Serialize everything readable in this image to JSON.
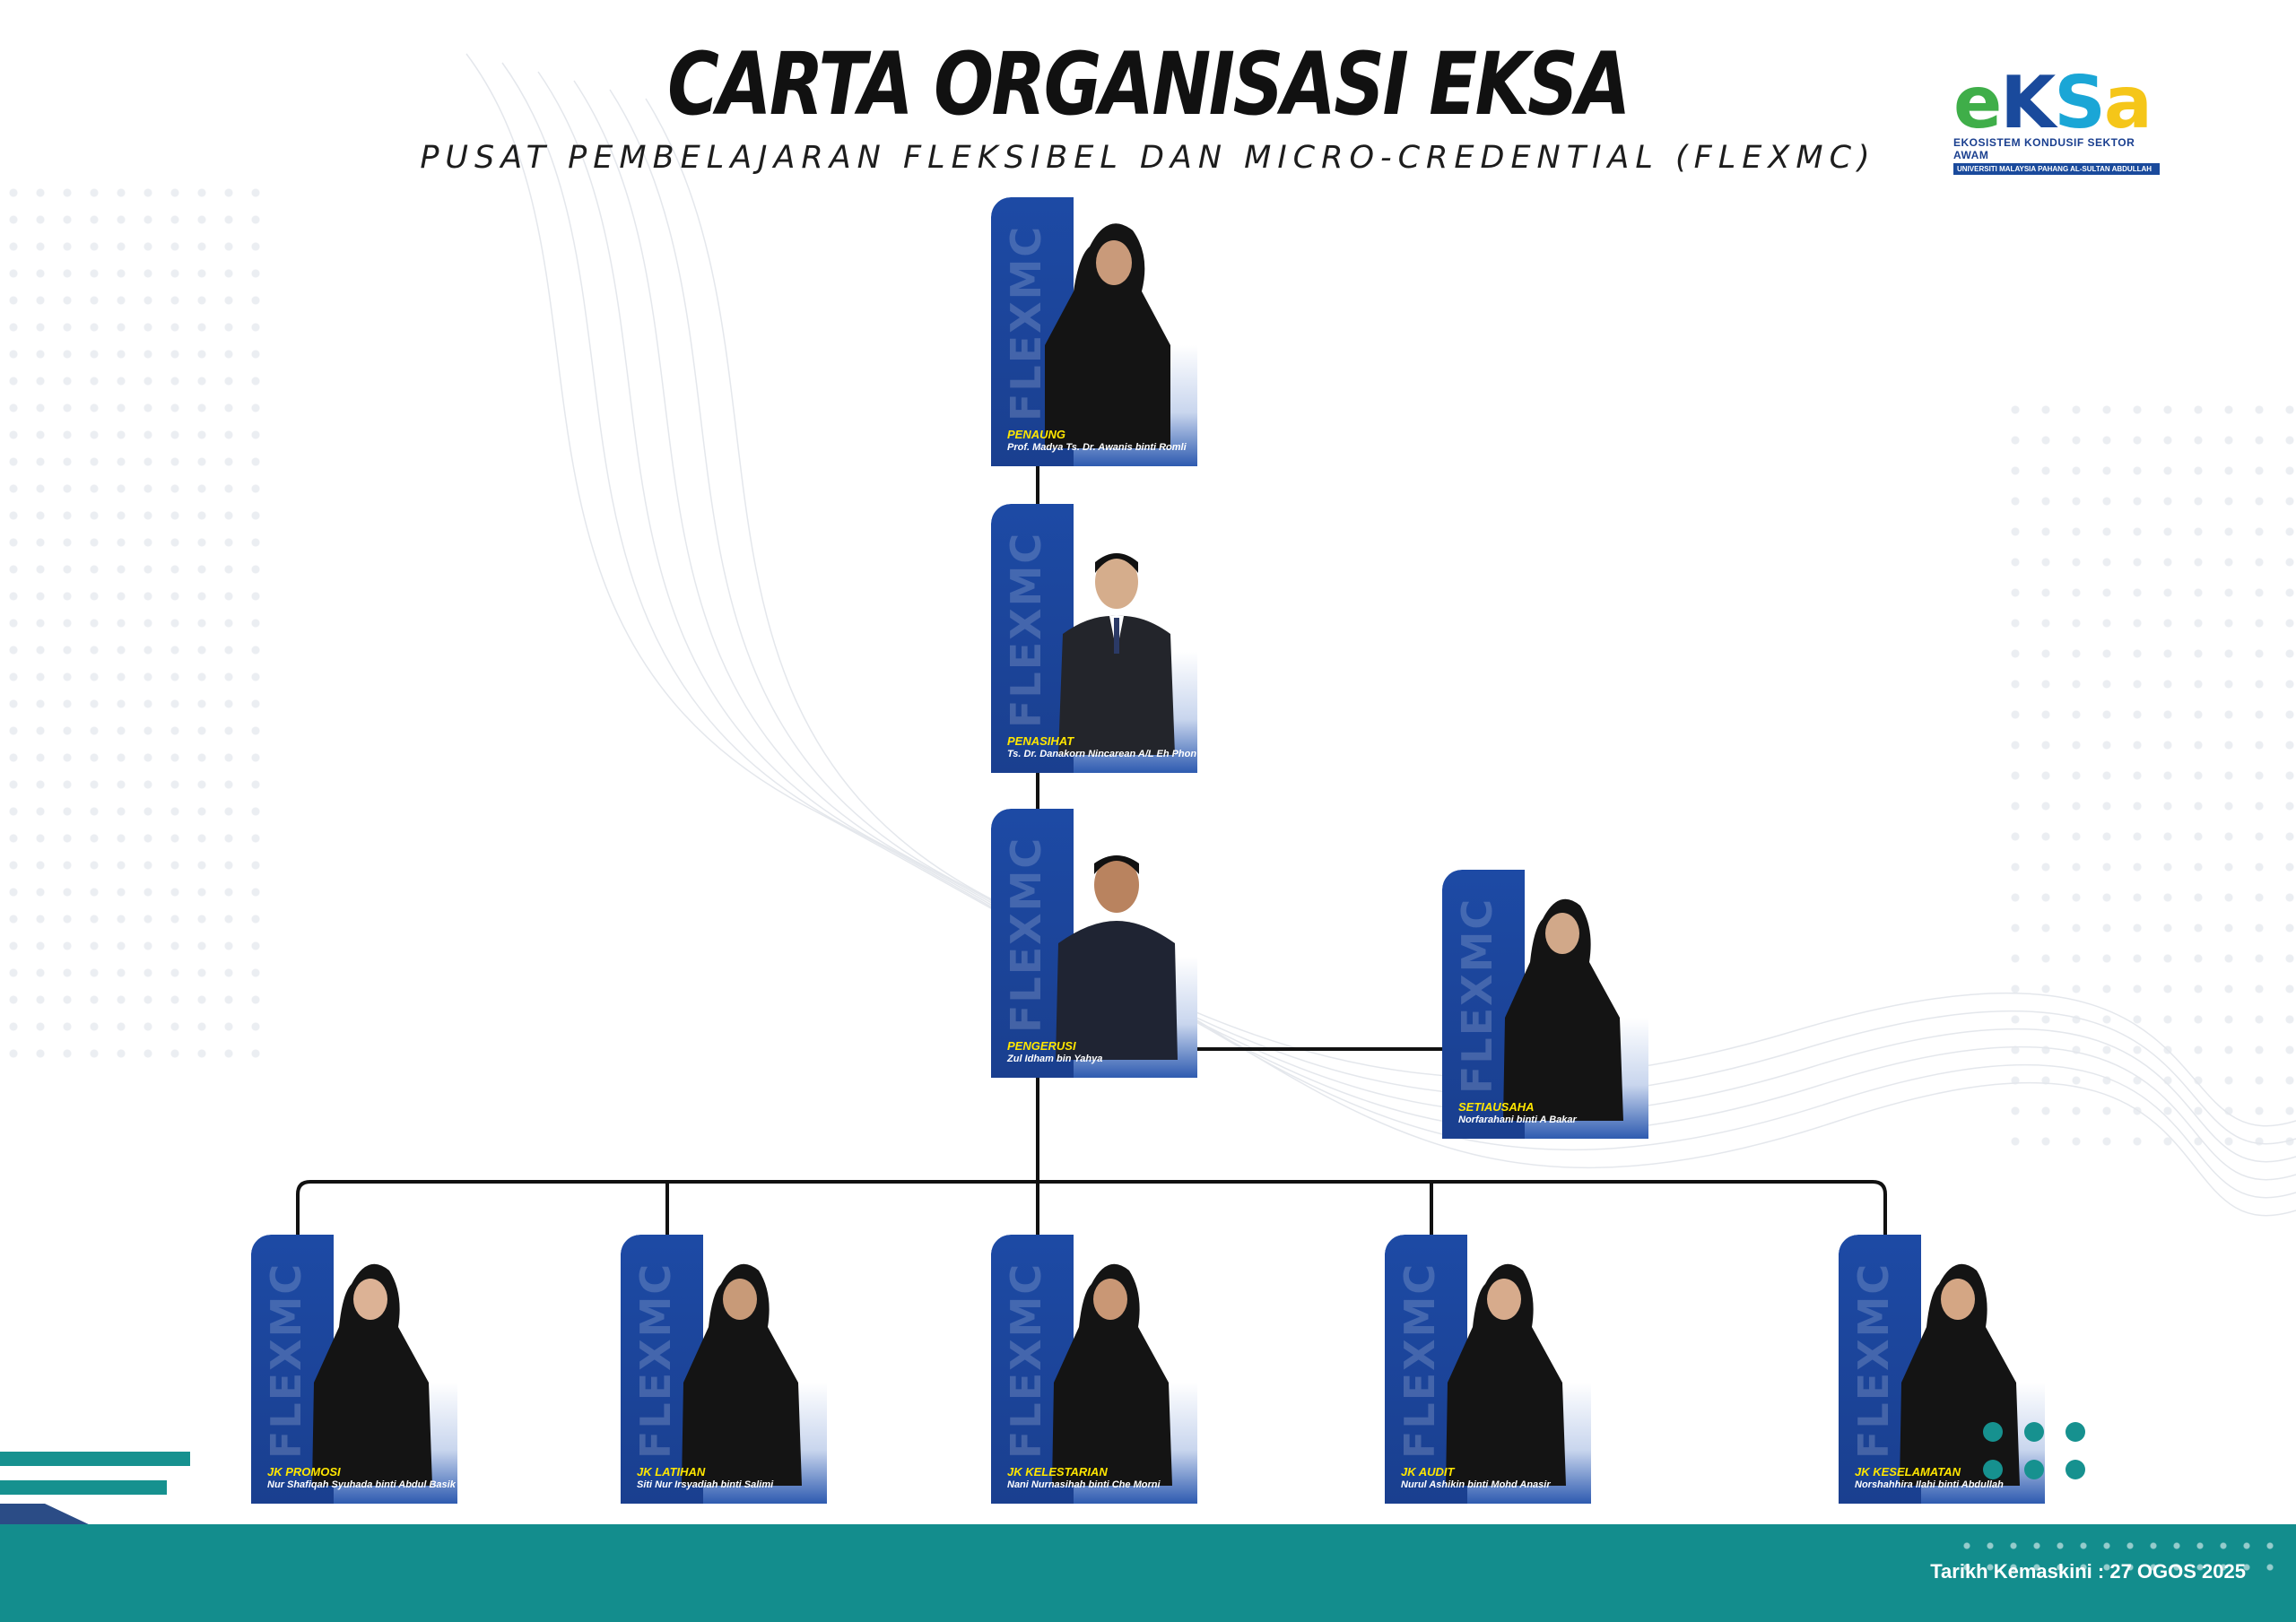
{
  "header": {
    "title": "CARTA ORGANISASI EKSA",
    "subtitle": "PUSAT PEMBELAJARAN FLEKSIBEL DAN MICRO-CREDENTIAL (FLEXMC)"
  },
  "logo": {
    "letters": [
      "e",
      "K",
      "S",
      "a"
    ],
    "tagline": "EKOSISTEM KONDUSIF SEKTOR AWAM",
    "university": "UNIVERSITI MALAYSIA PAHANG AL-SULTAN ABDULLAH"
  },
  "card_watermark": "FLEXMC",
  "members": {
    "penaung": {
      "role": "PENAUNG",
      "name": "Prof. Madya Ts. Dr. Awanis binti Romli"
    },
    "penasihat": {
      "role": "PENASIHAT",
      "name": "Ts. Dr. Danakorn Nincarean A/L Eh Phon"
    },
    "pengerusi": {
      "role": "PENGERUSI",
      "name": "Zul Idham bin Yahya"
    },
    "setiausaha": {
      "role": "SETIAUSAHA",
      "name": "Norfarahani binti A Bakar"
    },
    "jk_promosi": {
      "role": "JK PROMOSI",
      "name": "Nur Shafiqah Syuhada binti Abdul Basik"
    },
    "jk_latihan": {
      "role": "JK LATIHAN",
      "name": "Siti Nur Irsyadiah binti Salimi"
    },
    "jk_kelestarian": {
      "role": "JK KELESTARIAN",
      "name": "Nani Nurnasihah binti Che Morni"
    },
    "jk_audit": {
      "role": "JK AUDIT",
      "name": "Nurul Ashikin binti Mohd Anasir"
    },
    "jk_keselamatan": {
      "role": "JK KESELAMATAN",
      "name": "Norshahhira Ilahi binti Abdullah"
    }
  },
  "footer": {
    "updated": "Tarikh Kemaskini : 27 OGOS 2025"
  },
  "colors": {
    "card_blue": "#1a3f8f",
    "role_yellow": "#ffe600",
    "footer_teal": "#138d8d",
    "line_black": "#111111"
  }
}
